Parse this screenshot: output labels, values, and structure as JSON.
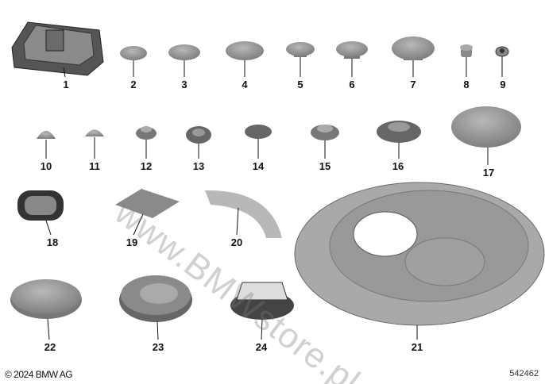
{
  "parts": [
    {
      "label": "1"
    },
    {
      "label": "2"
    },
    {
      "label": "3"
    },
    {
      "label": "4"
    },
    {
      "label": "5"
    },
    {
      "label": "6"
    },
    {
      "label": "7"
    },
    {
      "label": "8"
    },
    {
      "label": "9"
    },
    {
      "label": "10"
    },
    {
      "label": "11"
    },
    {
      "label": "12"
    },
    {
      "label": "13"
    },
    {
      "label": "14"
    },
    {
      "label": "15"
    },
    {
      "label": "16"
    },
    {
      "label": "17"
    },
    {
      "label": "18"
    },
    {
      "label": "19"
    },
    {
      "label": "20"
    },
    {
      "label": "21"
    },
    {
      "label": "22"
    },
    {
      "label": "23"
    },
    {
      "label": "24"
    }
  ],
  "watermark": "www.BMWstore.pl",
  "copyright": "© 2024 BMW AG",
  "diagram_number": "542462",
  "colors": {
    "part_fill": "#8e8e8e",
    "part_light": "#b5b5b5",
    "part_dark": "#555555"
  }
}
